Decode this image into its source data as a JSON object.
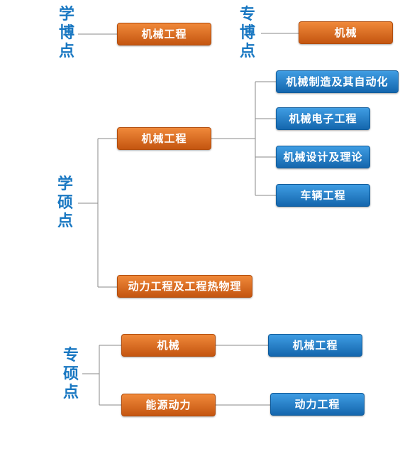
{
  "xue_bo": {
    "label": "学博点",
    "box": "机械工程"
  },
  "zhuan_bo": {
    "label": "专博点",
    "box": "机械"
  },
  "xue_shuo": {
    "label": "学硕点",
    "mech": {
      "box": "机械工程",
      "children": [
        "机械制造及其自动化",
        "机械电子工程",
        "机械设计及理论",
        "车辆工程"
      ]
    },
    "power": {
      "box": "动力工程及工程热物理"
    }
  },
  "zhuan_shuo": {
    "label": "专硕点",
    "rows": [
      {
        "box": "机械",
        "target": "机械工程"
      },
      {
        "box": "能源动力",
        "target": "动力工程"
      }
    ]
  },
  "colors": {
    "label": "#1a78c2",
    "orange": "#d96a1f",
    "blue": "#1a7ccb",
    "line": "#8a8a8a"
  }
}
